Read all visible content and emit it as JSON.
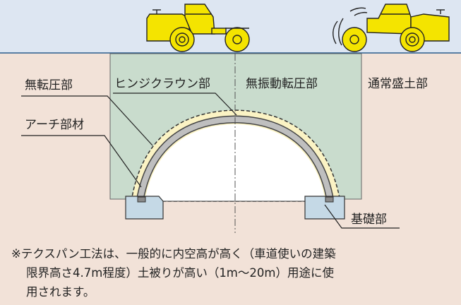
{
  "labels": {
    "no_compaction": "無転圧部",
    "hinge_crown": "ヒンジクラウン部",
    "no_vibration": "無振動転圧部",
    "normal_fill": "通常盛土部",
    "arch_member": "アーチ部材",
    "foundation": "基礎部"
  },
  "note": {
    "line1": "※テクスパン工法は、一般的に内空高が高く（車道使いの建築",
    "line2": "限界高さ4.7m程度）土被りが高い（1m〜20m）用途に使",
    "line3": "用されます。"
  },
  "colors": {
    "sky": "#dde6f2",
    "soil": "#f2e2d8",
    "green_zone": "#c9dccd",
    "backfill": "#fbf3c4",
    "arch": "#bfbfbf",
    "footing": "#c5d9e6",
    "machine": "#f4e400"
  },
  "icons": [
    "road-roller-icon",
    "vibratory-roller-icon"
  ]
}
